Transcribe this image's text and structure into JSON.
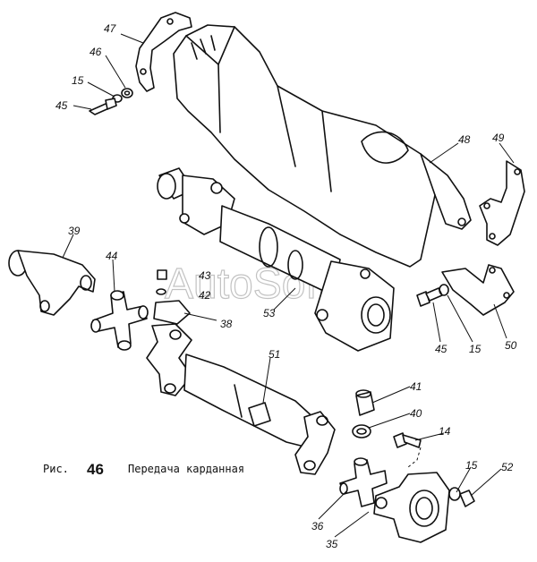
{
  "caption": {
    "prefix": "Рис.",
    "number": "46",
    "title": "Передача карданная"
  },
  "watermark": "AutoSoft",
  "callouts": [
    {
      "id": "p47",
      "label": "47"
    },
    {
      "id": "p46",
      "label": "46"
    },
    {
      "id": "p15a",
      "label": "15"
    },
    {
      "id": "p45a",
      "label": "45"
    },
    {
      "id": "p48",
      "label": "48"
    },
    {
      "id": "p49",
      "label": "49"
    },
    {
      "id": "p39",
      "label": "39"
    },
    {
      "id": "p44",
      "label": "44"
    },
    {
      "id": "p43",
      "label": "43"
    },
    {
      "id": "p42",
      "label": "42"
    },
    {
      "id": "p38",
      "label": "38"
    },
    {
      "id": "p53",
      "label": "53"
    },
    {
      "id": "p45b",
      "label": "45"
    },
    {
      "id": "p15b",
      "label": "15"
    },
    {
      "id": "p50",
      "label": "50"
    },
    {
      "id": "p51",
      "label": "51"
    },
    {
      "id": "p41",
      "label": "41"
    },
    {
      "id": "p40",
      "label": "40"
    },
    {
      "id": "p14",
      "label": "14"
    },
    {
      "id": "p15c",
      "label": "15"
    },
    {
      "id": "p52",
      "label": "52"
    },
    {
      "id": "p36",
      "label": "36"
    },
    {
      "id": "p35",
      "label": "35"
    }
  ]
}
